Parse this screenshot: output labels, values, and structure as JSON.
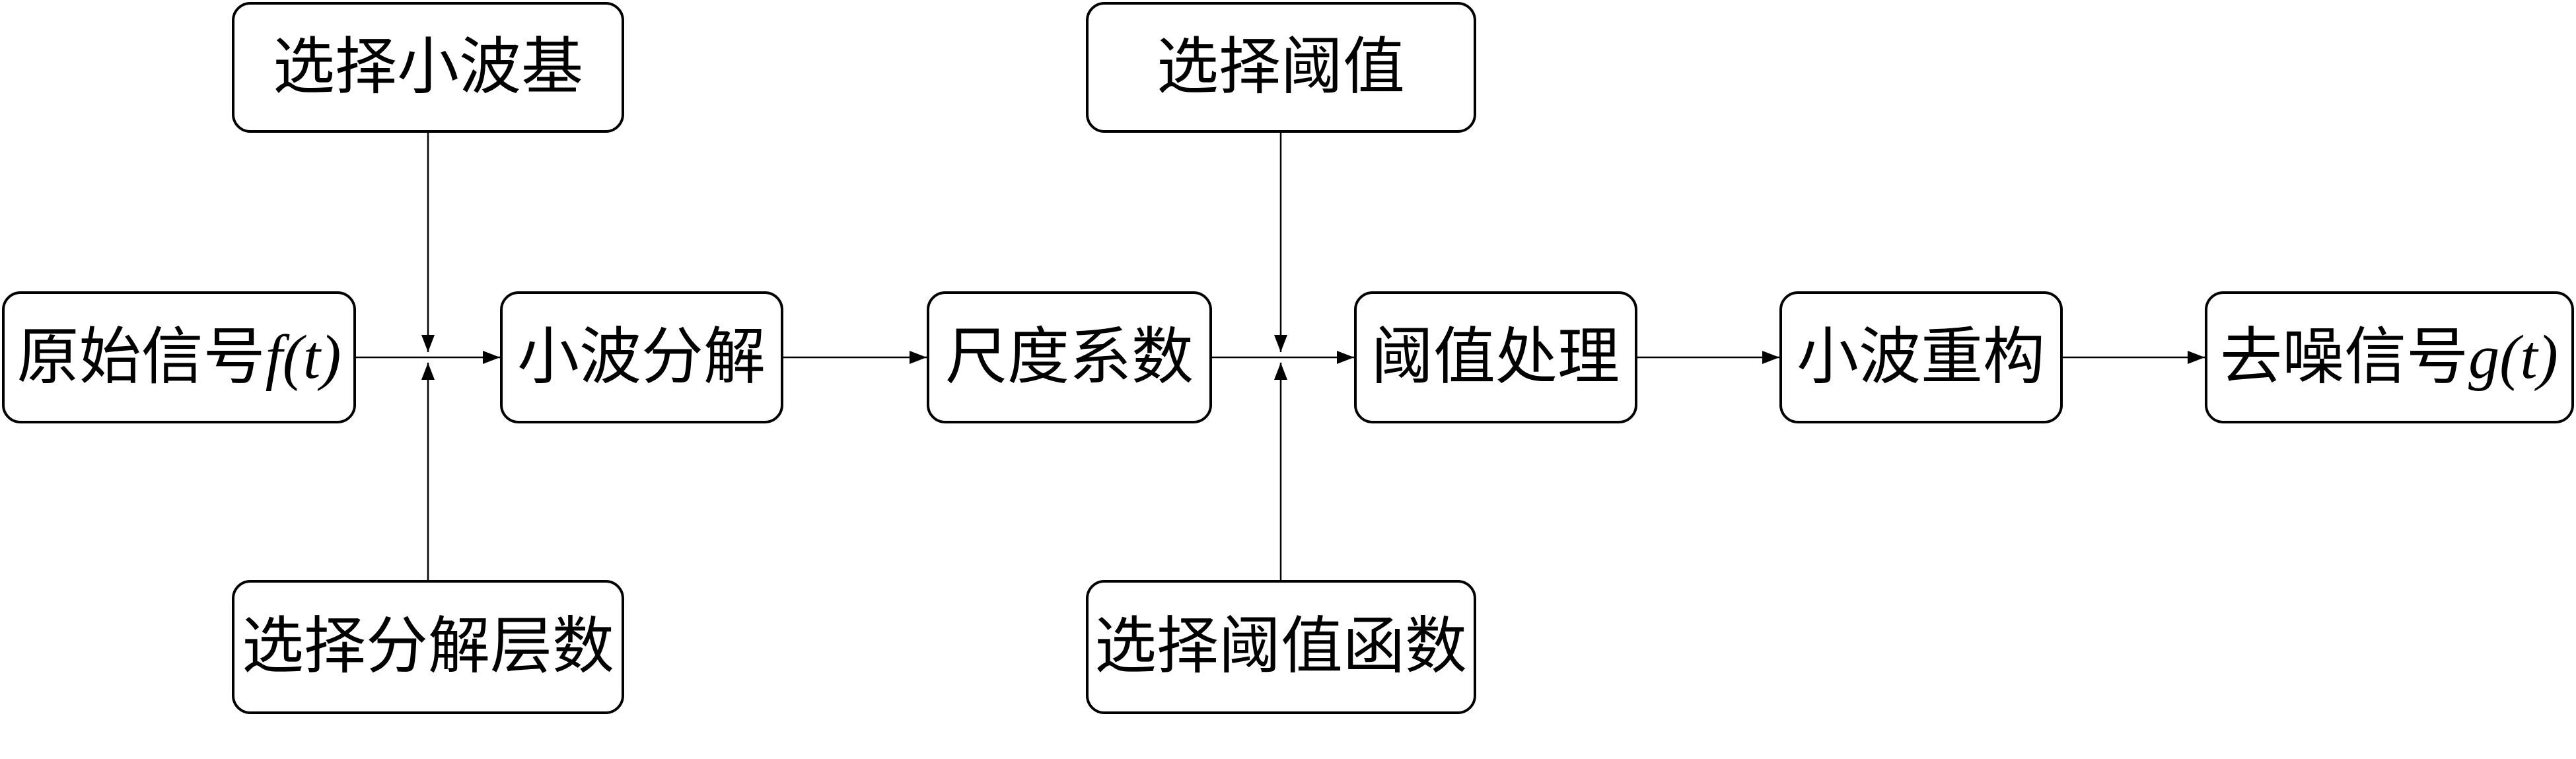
{
  "diagram": {
    "nodes": {
      "wavelet_basis": {
        "label": "选择小波基"
      },
      "original_signal": {
        "label": "原始信号",
        "math": "f(t)"
      },
      "decomposition": {
        "label": "小波分解"
      },
      "decomp_levels": {
        "label": "选择分解层数"
      },
      "scale_coeffs": {
        "label": "尺度系数"
      },
      "threshold": {
        "label": "选择阈值"
      },
      "threshold_processing": {
        "label": "阈值处理"
      },
      "threshold_function": {
        "label": "选择阈值函数"
      },
      "reconstruction": {
        "label": "小波重构"
      },
      "denoised_signal": {
        "label": "去噪信号",
        "math": "g(t)"
      }
    },
    "colors": {
      "stroke": "#000000",
      "background": "#ffffff"
    }
  }
}
